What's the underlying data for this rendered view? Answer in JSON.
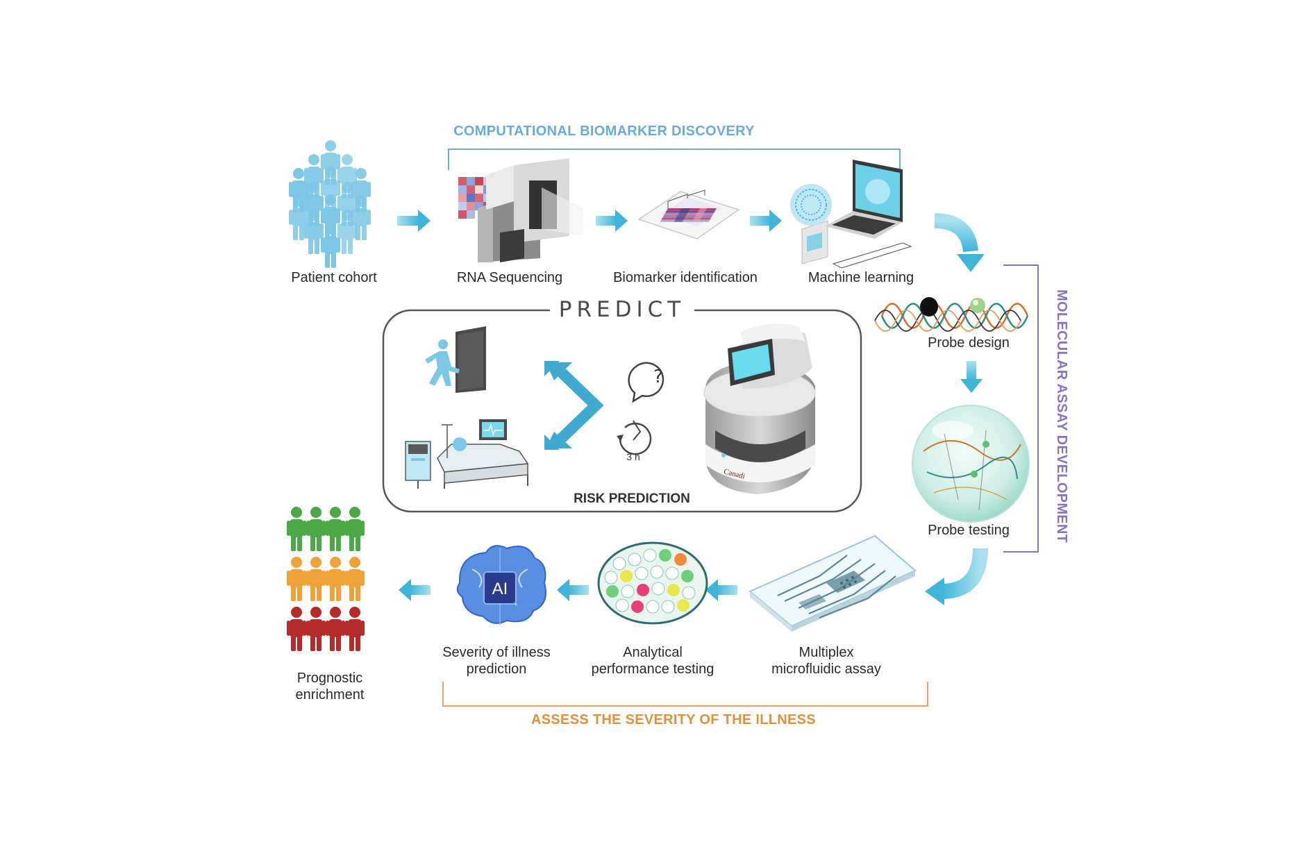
{
  "sections": {
    "top": "COMPUTATIONAL BIOMARKER DISCOVERY",
    "right": "MOLECULAR ASSAY DEVELOPMENT",
    "bottom": "ASSESS THE SEVERITY OF THE ILLNESS"
  },
  "steps": {
    "patient_cohort": "Patient cohort",
    "rna_sequencing": "RNA Sequencing",
    "biomarker_identification": "Biomarker identification",
    "machine_learning": "Machine learning",
    "probe_design": "Probe design",
    "probe_testing": "Probe testing",
    "multiplex_line1": "Multiplex",
    "multiplex_line2": "microfluidic assay",
    "analytical_line1": "Analytical",
    "analytical_line2": "performance testing",
    "severity_line1": "Severity of illness",
    "severity_line2": "prediction",
    "prognostic_line1": "Prognostic",
    "prognostic_line2": "enrichment"
  },
  "predict": {
    "title": "PREDICT",
    "caption": "RISK PREDICTION",
    "time": "3 h",
    "ai_text": "AI",
    "brand": "Canadi"
  },
  "colors": {
    "arrow": "#5cc3e0",
    "people_blue": "#7cc6e6",
    "section_top": "#6aaad9",
    "section_right": "#8a72c2",
    "section_bottom": "#e0903a",
    "risk_green": "#4aa847",
    "risk_orange": "#f0a23a",
    "risk_red": "#b62a2a"
  }
}
